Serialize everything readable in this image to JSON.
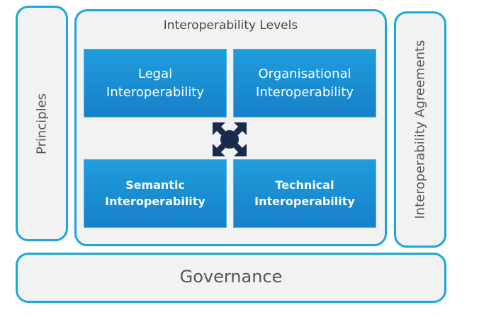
{
  "principles": {
    "label": "Principles"
  },
  "levels": {
    "title": "Interoperability Levels",
    "boxes": [
      {
        "line1": "Legal",
        "line2": "Interoperability"
      },
      {
        "line1": "Organisational",
        "line2": "Interoperability"
      },
      {
        "line1": "Semantic",
        "line2": "Interoperability"
      },
      {
        "line1": "Technical",
        "line2": "Interoperability"
      }
    ],
    "connector_icon": "four-way-arrows-icon"
  },
  "agreements": {
    "label": "Interoperability Agreements"
  },
  "governance": {
    "label": "Governance"
  },
  "colors": {
    "panel_border": "#1ba6dd",
    "panel_fill": "#f2f2f2",
    "box_fill": "#1a8fd4",
    "connector": "#1a2a4a"
  }
}
